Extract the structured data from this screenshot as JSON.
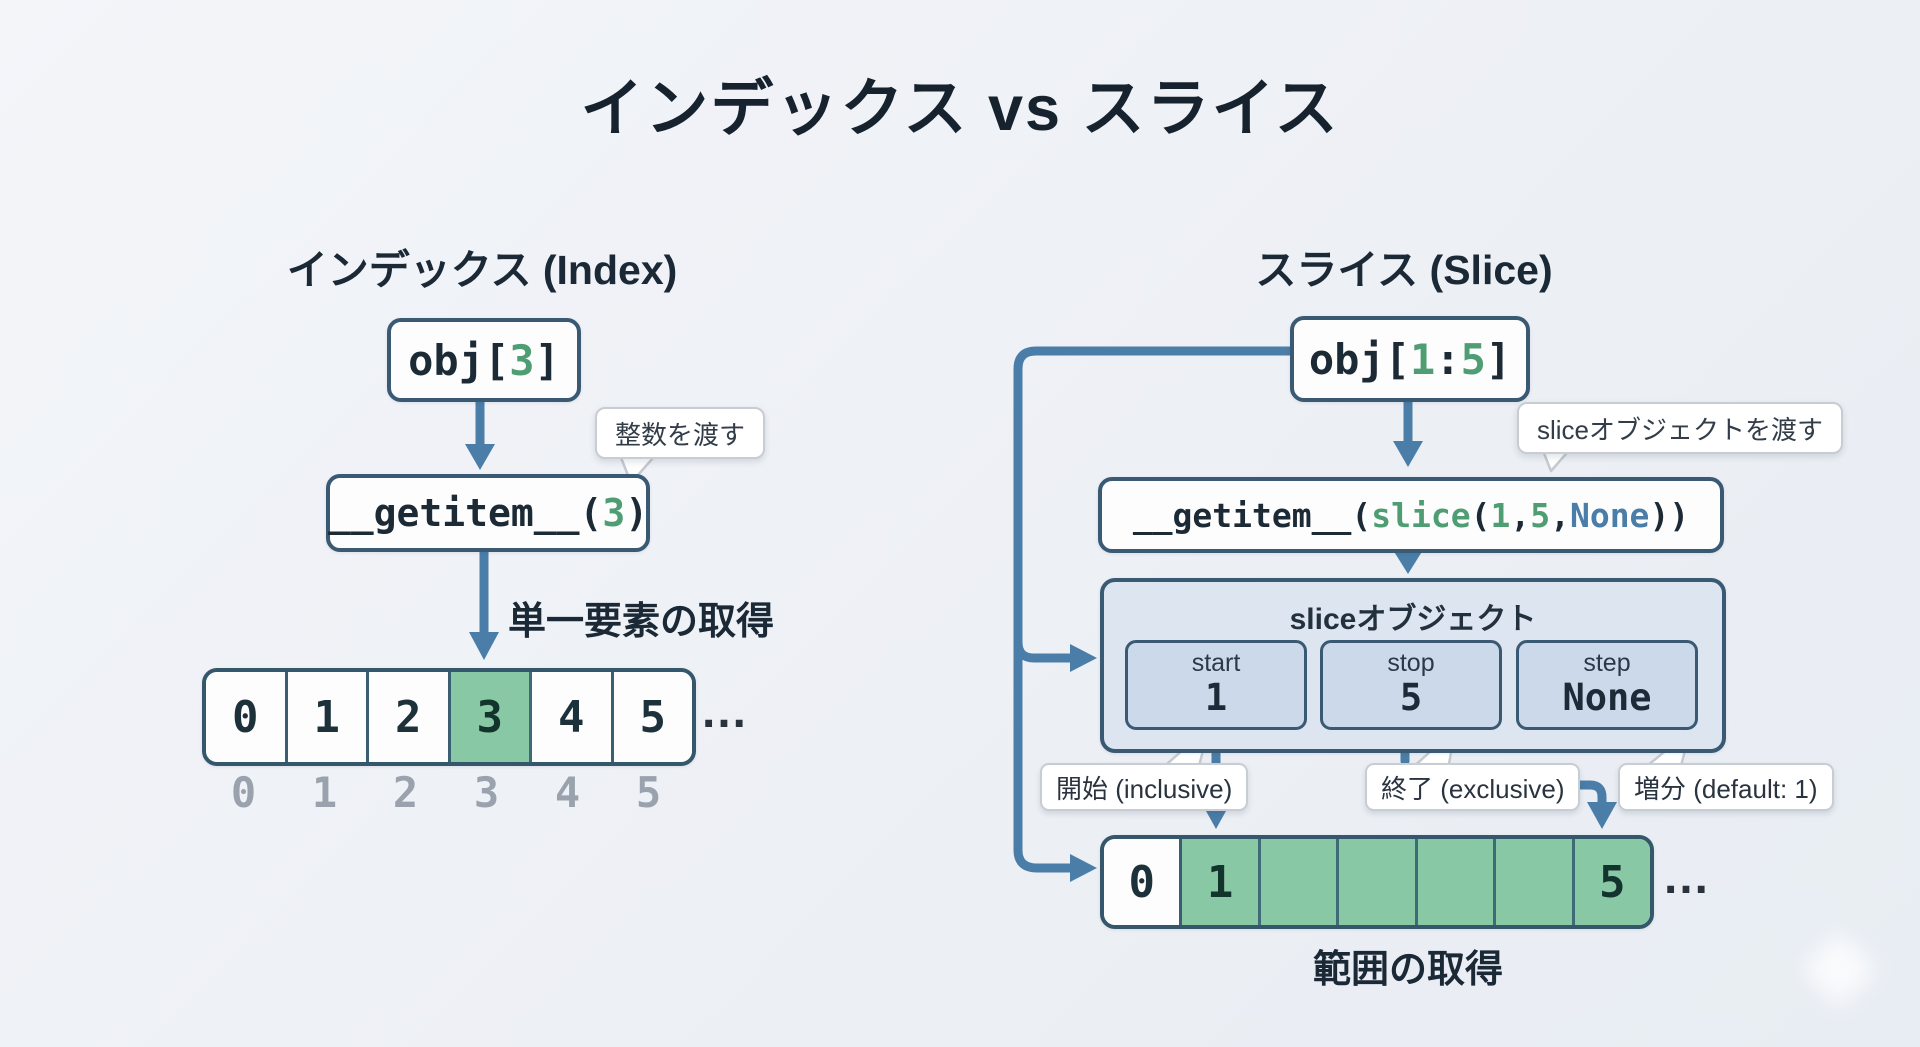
{
  "title": "インデックス vs スライス",
  "colors": {
    "arrow_blue": "#4a7ea8",
    "border_navy": "#3a5a74",
    "code_green": "#4f9e73",
    "none_blue": "#4a7da8",
    "cell_green": "#89c8a5",
    "background": "#eef1f6"
  },
  "left": {
    "header": "インデックス (Index)",
    "call": {
      "pre": "obj[",
      "arg": "3",
      "post": "]"
    },
    "tooltip": "整数を渡す",
    "getitem": {
      "pre": "__getitem__(",
      "arg": "3",
      "post": ")"
    },
    "arrow_label": "単一要素の取得",
    "array": {
      "cells": [
        "0",
        "1",
        "2",
        "3",
        "4",
        "5"
      ],
      "highlight_index": 3,
      "ellipsis": "…",
      "indices": [
        "0",
        "1",
        "2",
        "3",
        "4",
        "5"
      ]
    }
  },
  "right": {
    "header": "スライス (Slice)",
    "call": {
      "pre": "obj[",
      "start": "1",
      "colon": ":",
      "stop": "5",
      "post": "]"
    },
    "tooltip": "sliceオブジェクトを渡す",
    "getitem": {
      "pre": "__getitem__(",
      "slice": "slice",
      "open": "(",
      "a1": "1",
      "sep1": ", ",
      "a2": "5",
      "sep2": ", ",
      "none": "None",
      "post": "))"
    },
    "slice_object": {
      "title": "sliceオブジェクト",
      "fields": [
        {
          "label": "start",
          "value": "1"
        },
        {
          "label": "stop",
          "value": "5"
        },
        {
          "label": "step",
          "value": "None"
        }
      ]
    },
    "bubbles": {
      "start": "開始 (inclusive)",
      "stop": "終了 (exclusive)",
      "step": "増分 (default: 1)"
    },
    "array": {
      "cells": [
        "0",
        "1",
        "",
        "",
        "",
        "",
        "5"
      ],
      "highlight_range": [
        1,
        6
      ],
      "ellipsis": "…"
    },
    "caption": "範囲の取得"
  }
}
